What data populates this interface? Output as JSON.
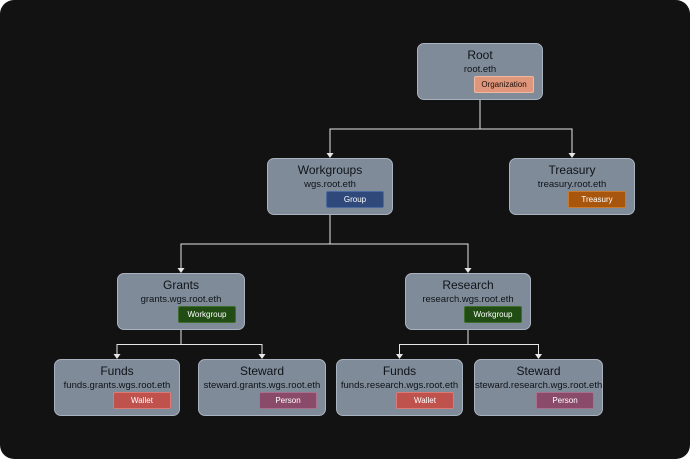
{
  "diagram": {
    "nodes": {
      "root": {
        "title": "Root",
        "subtitle": "root.eth",
        "badge": "Organization"
      },
      "workgroups": {
        "title": "Workgroups",
        "subtitle": "wgs.root.eth",
        "badge": "Group"
      },
      "treasury": {
        "title": "Treasury",
        "subtitle": "treasury.root.eth",
        "badge": "Treasury"
      },
      "grants": {
        "title": "Grants",
        "subtitle": "grants.wgs.root.eth",
        "badge": "Workgroup"
      },
      "research": {
        "title": "Research",
        "subtitle": "research.wgs.root.eth",
        "badge": "Workgroup"
      },
      "grants_funds": {
        "title": "Funds",
        "subtitle": "funds.grants.wgs.root.eth",
        "badge": "Wallet"
      },
      "grants_steward": {
        "title": "Steward",
        "subtitle": "steward.grants.wgs.root.eth",
        "badge": "Person"
      },
      "research_funds": {
        "title": "Funds",
        "subtitle": "funds.research.wgs.root.eth",
        "badge": "Wallet"
      },
      "research_steward": {
        "title": "Steward",
        "subtitle": "steward.research.wgs.root.eth",
        "badge": "Person"
      }
    },
    "edges": [
      [
        "root",
        "workgroups"
      ],
      [
        "root",
        "treasury"
      ],
      [
        "workgroups",
        "grants"
      ],
      [
        "workgroups",
        "research"
      ],
      [
        "grants",
        "grants_funds"
      ],
      [
        "grants",
        "grants_steward"
      ],
      [
        "research",
        "research_funds"
      ],
      [
        "research",
        "research_steward"
      ]
    ],
    "colors": {
      "background": "#121212",
      "node_fill": "#7f8b99",
      "node_border": "#a9b3bf",
      "edge": "#e6e6e6",
      "badge_organization": "#e0967b",
      "badge_group": "#2f4a7a",
      "badge_treasury": "#a8560d",
      "badge_workgroup": "#214d14",
      "badge_wallet": "#c0524e",
      "badge_person": "#8a4a6a"
    }
  }
}
